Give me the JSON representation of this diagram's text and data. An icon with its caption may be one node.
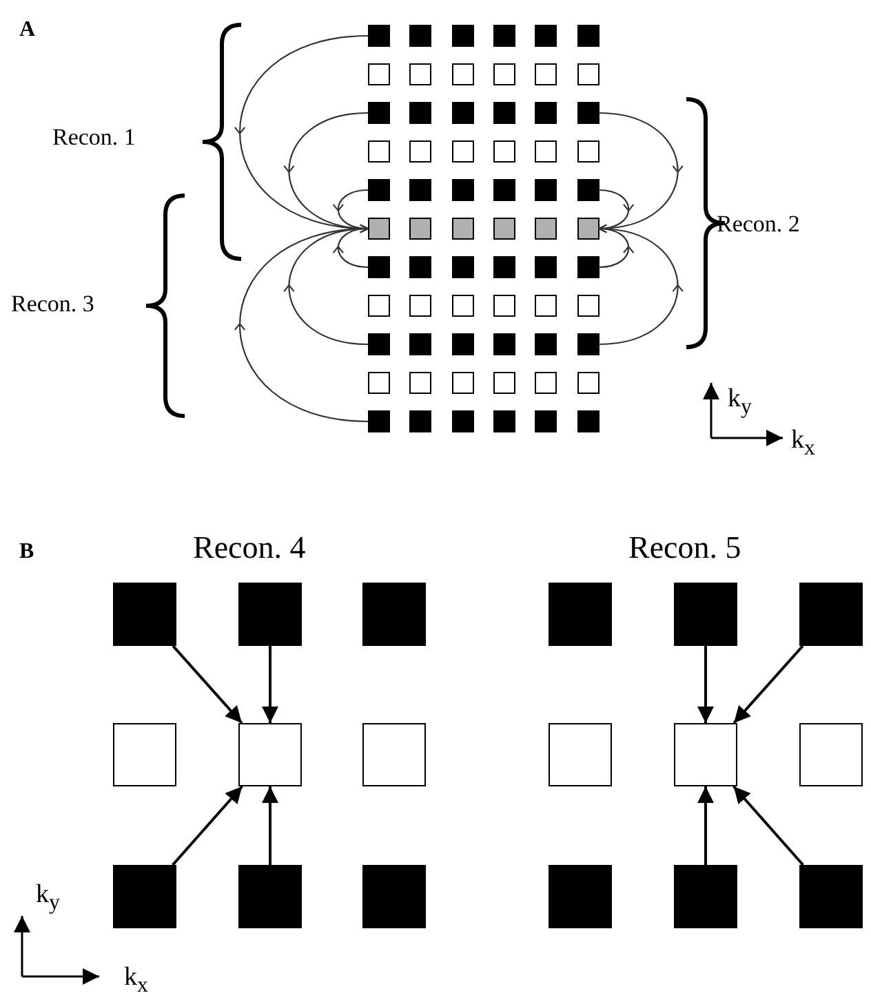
{
  "diagram": {
    "nodes": [
      {
        "text": [],
        "shape": "box"
      },
      {
        "text": [],
        "shape": "box"
      },
      {
        "text": [],
        "shape": "box"
      },
      {
        "text": [],
        "shape": "box"
      },
      {
        "text": [],
        "shape": "box"
      },
      {
        "text": [],
        "shape": "box"
      },
      {
        "text": [],
        "shape": "box"
      },
      {
        "text": [],
        "shape": "box"
      },
      {
        "text": [],
        "shape": "box"
      },
      {
        "text": [],
        "shape": "box"
      },
      {
        "text": [],
        "shape": "box"
      },
      {
        "text": [],
        "shape": "box"
      },
      {
        "text": [],
        "shape": "box"
      },
      {
        "text": [],
        "shape": "box"
      },
      {
        "text": [],
        "shape": "box"
      },
      {
        "text": [],
        "shape": "box"
      },
      {
        "text": [],
        "shape": "box"
      },
      {
        "text": [],
        "shape": "box"
      },
      {
        "text": [],
        "shape": "box"
      },
      {
        "text": [],
        "shape": "box"
      },
      {
        "text": [],
        "shape": "box"
      },
      {
        "text": [],
        "shape": "box"
      },
      {
        "text": [],
        "shape": "box"
      },
      {
        "text": [],
        "shape": "box"
      },
      {
        "text": [],
        "shape": "box"
      },
      {
        "text": [],
        "shape": "box"
      },
      {
        "text": [],
        "shape": "box"
      },
      {
        "text": [],
        "shape": "box"
      },
      {
        "text": [],
        "shape": "box"
      },
      {
        "text": [],
        "shape": "box"
      },
      {
        "text": [],
        "shape": "box"
      },
      {
        "text": [],
        "shape": "box"
      },
      {
        "text": [],
        "shape": "box"
      },
      {
        "text": [],
        "shape": "box"
      },
      {
        "text": [],
        "shape": "box"
      },
      {
        "text": [],
        "shape": "box"
      },
      {
        "text": [],
        "shape": "box"
      },
      {
        "text": [],
        "shape": "box"
      },
      {
        "text": [],
        "shape": "box"
      },
      {
        "text": [],
        "shape": "box"
      },
      {
        "text": [],
        "shape": "box"
      },
      {
        "text": [],
        "shape": "box"
      },
      {
        "text": [],
        "shape": "box"
      },
      {
        "text": [],
        "shape": "box"
      },
      {
        "text": [],
        "shape": "box"
      },
      {
        "text": [],
        "shape": "box"
      },
      {
        "text": [],
        "shape": "box"
      },
      {
        "text": [],
        "shape": "box"
      },
      {
        "text": [],
        "shape": "box"
      },
      {
        "text": [],
        "shape": "box"
      },
      {
        "text": [],
        "shape": "box"
      },
      {
        "text": [],
        "shape": "box"
      },
      {
        "text": [],
        "shape": "box"
      },
      {
        "text": [],
        "shape": "box"
      },
      {
        "text": [],
        "shape": "box"
      },
      {
        "text": [],
        "shape": "box"
      },
      {
        "text": [],
        "shape": "box"
      },
      {
        "text": [],
        "shape": "box"
      },
      {
        "text": [],
        "shape": "box"
      },
      {
        "text": [],
        "shape": "box"
      },
      {
        "text": [],
        "shape": "box"
      },
      {
        "text": [],
        "shape": "box"
      },
      {
        "text": [],
        "shape": "box"
      },
      {
        "text": [],
        "shape": "box"
      },
      {
        "text": [],
        "shape": "box"
      },
      {
        "text": [],
        "shape": "box"
      },
      {
        "text": [],
        "shape": "box"
      },
      {
        "text": [],
        "shape": "box"
      },
      {
        "text": [],
        "shape": "box"
      },
      {
        "text": [],
        "shape": "box"
      },
      {
        "text": [],
        "shape": "box"
      },
      {
        "text": [],
        "shape": "box"
      },
      {
        "text": [],
        "shape": "box"
      },
      {
        "text": [],
        "shape": "box"
      },
      {
        "text": [],
        "shape": "box"
      },
      {
        "text": [],
        "shape": "box"
      },
      {
        "text": [],
        "shape": "box"
      },
      {
        "text": [],
        "shape": "box"
      },
      {
        "text": [],
        "shape": "box"
      },
      {
        "text": [],
        "shape": "box"
      },
      {
        "text": [],
        "shape": "box"
      },
      {
        "text": [],
        "shape": "box"
      },
      {
        "text": [],
        "shape": "box"
      },
      {
        "text": [],
        "shape": "box"
      }
    ],
    "edges": [
      {
        "from": 0,
        "to": 30,
        "arrow": "to"
      },
      {
        "from": 12,
        "to": 30,
        "arrow": "to"
      },
      {
        "from": 24,
        "to": 30,
        "arrow": "to"
      },
      {
        "from": 36,
        "to": 30,
        "arrow": "to"
      },
      {
        "from": 48,
        "to": 30,
        "arrow": "to"
      },
      {
        "from": 60,
        "to": 30,
        "arrow": "to"
      },
      {
        "from": 17,
        "to": 35,
        "arrow": "to"
      },
      {
        "from": 29,
        "to": 35,
        "arrow": "to"
      },
      {
        "from": 41,
        "to": 35,
        "arrow": "to"
      },
      {
        "from": 53,
        "to": 35,
        "arrow": "to"
      },
      {
        "from": 66,
        "to": 70,
        "arrow": "to"
      },
      {
        "from": 67,
        "to": 70,
        "arrow": "to"
      },
      {
        "from": 72,
        "to": 70,
        "arrow": "to"
      },
      {
        "from": 73,
        "to": 70,
        "arrow": "to"
      },
      {
        "from": 76,
        "to": 79,
        "arrow": "to"
      },
      {
        "from": 77,
        "to": 79,
        "arrow": "to"
      },
      {
        "from": 82,
        "to": 79,
        "arrow": "to"
      },
      {
        "from": 83,
        "to": 79,
        "arrow": "to"
      }
    ],
    "labels": [
      "A",
      "Recon. 1",
      "Recon. 2",
      "Recon. 3",
      "k$_{y}$",
      "k$_{x}$",
      "B",
      "Recon. 4",
      "Recon. 5",
      "k$_{y}$",
      "k$_{x}$"
    ]
  }
}
